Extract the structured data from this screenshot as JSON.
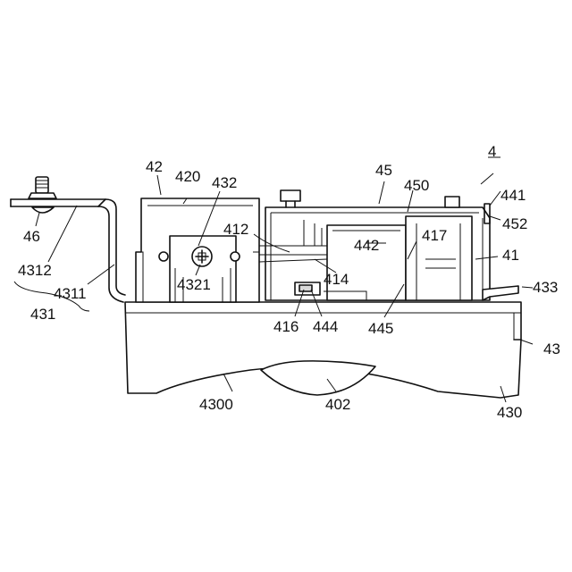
{
  "labels": {
    "l4": "4",
    "l41": "41",
    "l42": "42",
    "l43": "43",
    "l45": "45",
    "l46": "46",
    "l402": "402",
    "l412": "412",
    "l414": "414",
    "l416": "416",
    "l417": "417",
    "l420": "420",
    "l430": "430",
    "l431": "431",
    "l432": "432",
    "l433": "433",
    "l441": "441",
    "l442": "442",
    "l444": "444",
    "l445": "445",
    "l450": "450",
    "l452": "452",
    "l4300": "4300",
    "l4311": "4311",
    "l4312": "4312",
    "l4321": "4321"
  },
  "colors": {
    "line": "#111111",
    "background": "#ffffff",
    "shade": "#d9d9d9"
  }
}
